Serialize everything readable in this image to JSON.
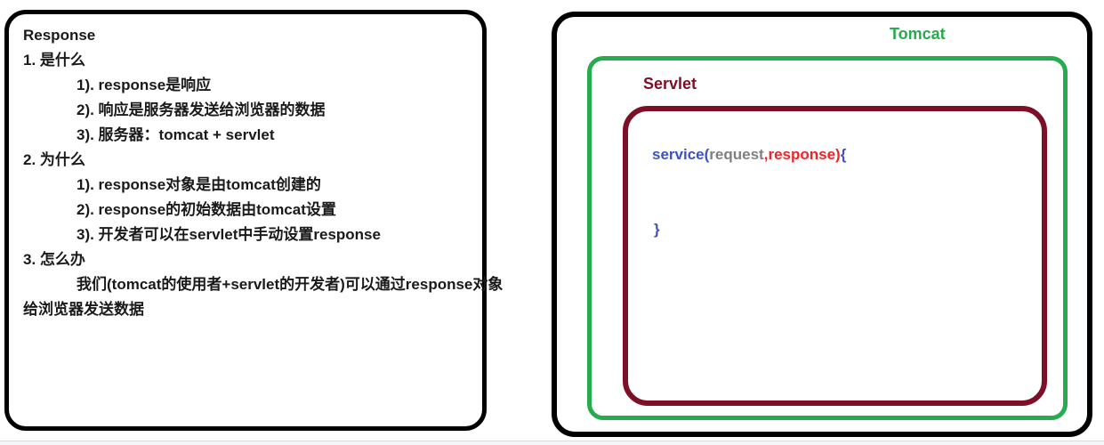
{
  "notes": {
    "lines": [
      {
        "text": "Response",
        "indent": 0
      },
      {
        "text": "1. 是什么",
        "indent": 0
      },
      {
        "text": "1). response是响应",
        "indent": 1
      },
      {
        "text": "2). 响应是服务器发送给浏览器的数据",
        "indent": 1
      },
      {
        "text": "3). 服务器：tomcat + servlet",
        "indent": 1
      },
      {
        "text": "2. 为什么",
        "indent": 0
      },
      {
        "text": "1). response对象是由tomcat创建的",
        "indent": 1
      },
      {
        "text": "2). response的初始数据由tomcat设置",
        "indent": 1
      },
      {
        "text": "3). 开发者可以在servlet中手动设置response",
        "indent": 1
      },
      {
        "text": "3. 怎么办",
        "indent": 0
      },
      {
        "text": "我们(tomcat的使用者+servlet的开发者)可以通过response对象",
        "indent": 1
      },
      {
        "text": "给浏览器发送数据",
        "indent": 0
      }
    ]
  },
  "diagram": {
    "tomcat_label": "Tomcat",
    "servlet_label": "Servlet",
    "code": {
      "tokens": [
        {
          "text": "service",
          "color": "blue"
        },
        {
          "text": "(",
          "color": "blue"
        },
        {
          "text": "request",
          "color": "gray"
        },
        {
          "text": ",",
          "color": "red"
        },
        {
          "text": "response",
          "color": "red"
        },
        {
          "text": ")",
          "color": "red"
        },
        {
          "text": "{",
          "color": "blue"
        }
      ],
      "close_brace": "}"
    }
  },
  "colors": {
    "border_black": "#000000",
    "tomcat_green": "#26ab4e",
    "servlet_maroon": "#7d1026",
    "code_blue": "#3a52c4",
    "code_gray": "#808080",
    "code_red": "#e8262b"
  }
}
